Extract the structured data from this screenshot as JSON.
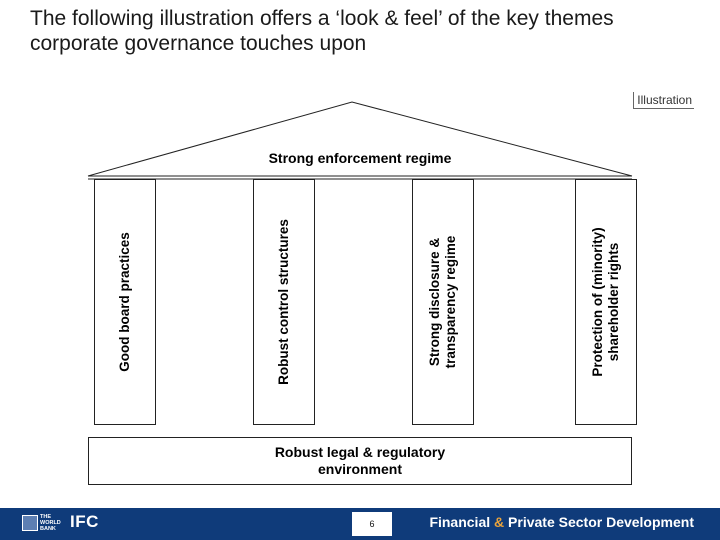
{
  "title": "The following illustration offers a ‘look & feel’ of the key themes corporate governance touches upon",
  "tag": "Illustration",
  "roof": {
    "label": "Strong enforcement regime"
  },
  "pillars": [
    "Good board practices",
    "Robust control structures",
    "Strong disclosure & transparency regime",
    "Protection of (minority) shareholder rights"
  ],
  "base": "Robust legal & regulatory environment",
  "footer": {
    "org_small": "THE WORLD BANK",
    "org": "IFC",
    "page_number": "6",
    "title_part1": "Financial ",
    "title_amp": "&",
    "title_part2": " Private Sector Development",
    "background_color": "#0f3b7a",
    "accent_color": "#e8a33d"
  }
}
